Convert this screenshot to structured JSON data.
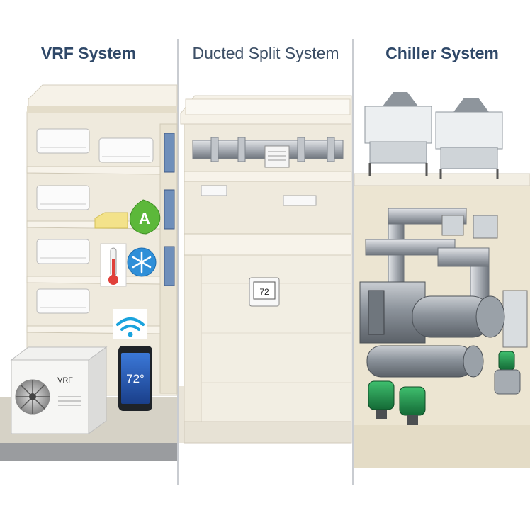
{
  "titles": [
    "VRF System",
    "Ducted Split System",
    "Chiller System"
  ],
  "vrf": {
    "outdoor_label": "VRF",
    "phone_temp": "72°"
  },
  "ducted": {
    "thermostat_temp": "72"
  },
  "icons": [
    "leaf-a-icon",
    "thermometer-icon",
    "snowflake-icon",
    "wifi-icon"
  ],
  "colors": {
    "title": "#2f4868",
    "wall": "#ece6d7",
    "shelf": "#f3efe4",
    "green_pump": "#1f8a4a",
    "wifi": "#1aa3dd",
    "snow": "#2f8fd8",
    "eco": "#5cb83a"
  }
}
